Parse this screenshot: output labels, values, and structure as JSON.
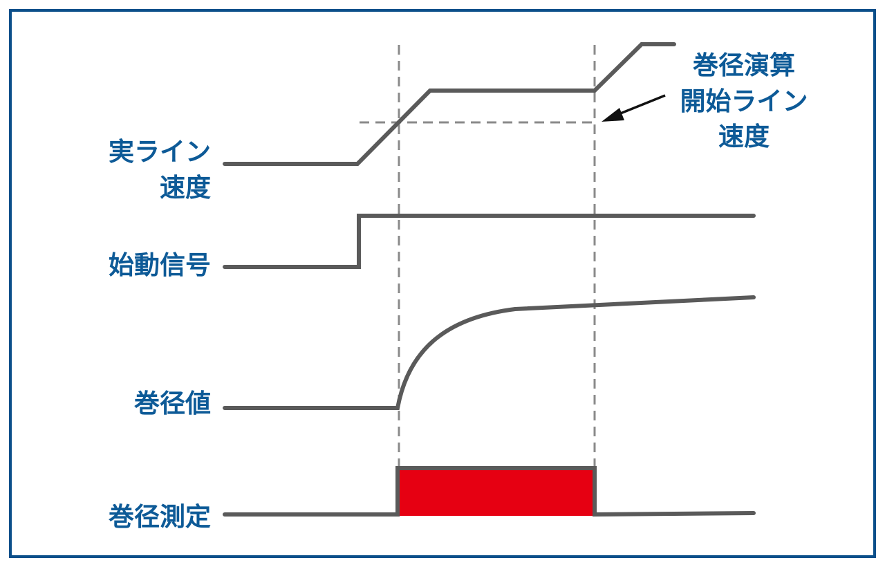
{
  "colors": {
    "frame": "#0b4f8a",
    "text": "#0d5a97",
    "signal": "#5a5a5a",
    "guide": "#8a8a8a",
    "measure_fill": "#e60012",
    "arrow": "#111111"
  },
  "signals": [
    {
      "id": "line-speed",
      "label_lines": [
        "実ライン",
        "速度"
      ]
    },
    {
      "id": "start-signal",
      "label_lines": [
        "始動信号"
      ]
    },
    {
      "id": "diameter-value",
      "label_lines": [
        "巻径値"
      ]
    },
    {
      "id": "diameter-measurement",
      "label_lines": [
        "巻径測定"
      ]
    }
  ],
  "annotation": {
    "lines": [
      "巻径演算",
      "開始ライン",
      "速度"
    ]
  }
}
